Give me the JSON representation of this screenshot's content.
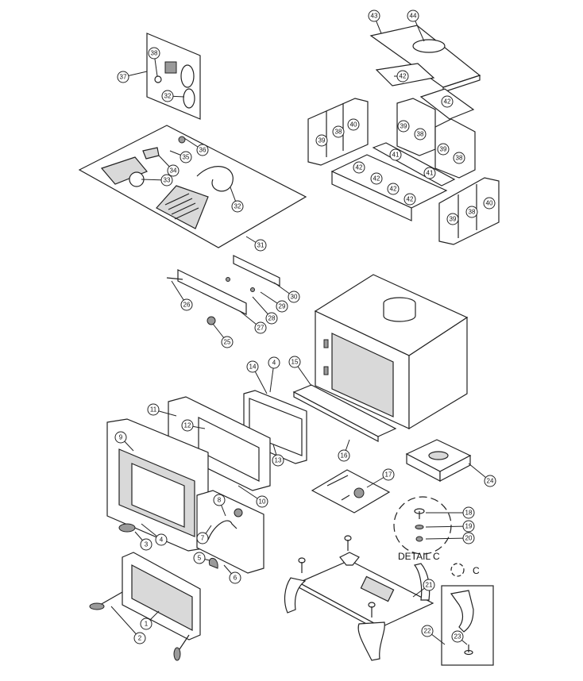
{
  "diagram": {
    "title": "Wood stove exploded parts view",
    "callouts": [
      {
        "id": "c43",
        "label": "43"
      },
      {
        "id": "c44",
        "label": "44"
      },
      {
        "id": "c42a",
        "label": "42"
      },
      {
        "id": "c42b",
        "label": "42"
      },
      {
        "id": "c39a",
        "label": "39"
      },
      {
        "id": "c38a",
        "label": "38"
      },
      {
        "id": "c40a",
        "label": "40"
      },
      {
        "id": "c39b",
        "label": "39"
      },
      {
        "id": "c38b",
        "label": "38"
      },
      {
        "id": "c39c",
        "label": "39"
      },
      {
        "id": "c38c",
        "label": "38"
      },
      {
        "id": "c41a",
        "label": "41"
      },
      {
        "id": "c41b",
        "label": "41"
      },
      {
        "id": "c42c",
        "label": "42"
      },
      {
        "id": "c42d",
        "label": "42"
      },
      {
        "id": "c42e",
        "label": "42"
      },
      {
        "id": "c42f",
        "label": "42"
      },
      {
        "id": "c39d",
        "label": "39"
      },
      {
        "id": "c38d",
        "label": "38"
      },
      {
        "id": "c40b",
        "label": "40"
      },
      {
        "id": "c37",
        "label": "37"
      },
      {
        "id": "c38e",
        "label": "38"
      },
      {
        "id": "c32a",
        "label": "32"
      },
      {
        "id": "c36",
        "label": "36"
      },
      {
        "id": "c35",
        "label": "35"
      },
      {
        "id": "c34",
        "label": "34"
      },
      {
        "id": "c33",
        "label": "33"
      },
      {
        "id": "c32b",
        "label": "32"
      },
      {
        "id": "c31",
        "label": "31"
      },
      {
        "id": "c30",
        "label": "30"
      },
      {
        "id": "c29",
        "label": "29"
      },
      {
        "id": "c28",
        "label": "28"
      },
      {
        "id": "c26",
        "label": "26"
      },
      {
        "id": "c27",
        "label": "27"
      },
      {
        "id": "c25",
        "label": "25"
      },
      {
        "id": "c14",
        "label": "14"
      },
      {
        "id": "c4a",
        "label": "4"
      },
      {
        "id": "c15",
        "label": "15"
      },
      {
        "id": "c11",
        "label": "11"
      },
      {
        "id": "c12",
        "label": "12"
      },
      {
        "id": "c13",
        "label": "13"
      },
      {
        "id": "c16",
        "label": "16"
      },
      {
        "id": "c9",
        "label": "9"
      },
      {
        "id": "c10",
        "label": "10"
      },
      {
        "id": "c8",
        "label": "8"
      },
      {
        "id": "c7",
        "label": "7"
      },
      {
        "id": "c3",
        "label": "3"
      },
      {
        "id": "c4b",
        "label": "4"
      },
      {
        "id": "c5",
        "label": "5"
      },
      {
        "id": "c6",
        "label": "6"
      },
      {
        "id": "c1",
        "label": "1"
      },
      {
        "id": "c2",
        "label": "2"
      },
      {
        "id": "c24",
        "label": "24"
      },
      {
        "id": "c17",
        "label": "17"
      },
      {
        "id": "c18",
        "label": "18"
      },
      {
        "id": "c19",
        "label": "19"
      },
      {
        "id": "c20",
        "label": "20"
      },
      {
        "id": "c21",
        "label": "21"
      },
      {
        "id": "c22",
        "label": "22"
      },
      {
        "id": "c23",
        "label": "23"
      }
    ],
    "detail_label": "DETAIL C",
    "detail_ref": "C"
  }
}
